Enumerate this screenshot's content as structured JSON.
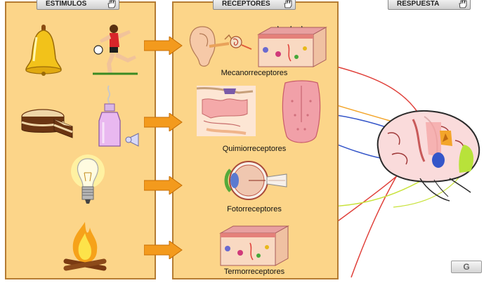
{
  "tabs": {
    "estimulos": "ESTÍMULOS",
    "receptores": "RECEPTORES",
    "respuesta": "RESPUESTA"
  },
  "receptor_labels": {
    "mecano": "Mecanorreceptores",
    "quimio": "Quimiorreceptores",
    "foto": "Fotorreceptores",
    "termo": "Termorreceptores"
  },
  "controls": {
    "reload_glyph": "G"
  },
  "colors": {
    "panel_fill": "#fcd589",
    "panel_border": "#b57c33",
    "arrow_orange": "#f39a1d",
    "line_red": "#e0403a",
    "line_orange": "#f3a52a",
    "line_blue": "#3556c9",
    "line_yellowgreen": "#c8e23a"
  },
  "icons": {
    "bell": "bell-icon",
    "soccer": "soccer-player-icon",
    "cake": "cake-icon",
    "perfume": "perfume-bottle-icon",
    "bulb": "light-bulb-icon",
    "fire": "campfire-icon",
    "ear": "ear-icon",
    "skin": "skin-section-icon",
    "nose": "nose-section-icon",
    "tongue": "tongue-icon",
    "eye": "eye-icon",
    "brain": "brain-icon",
    "hand": "hand-pointer-icon"
  }
}
